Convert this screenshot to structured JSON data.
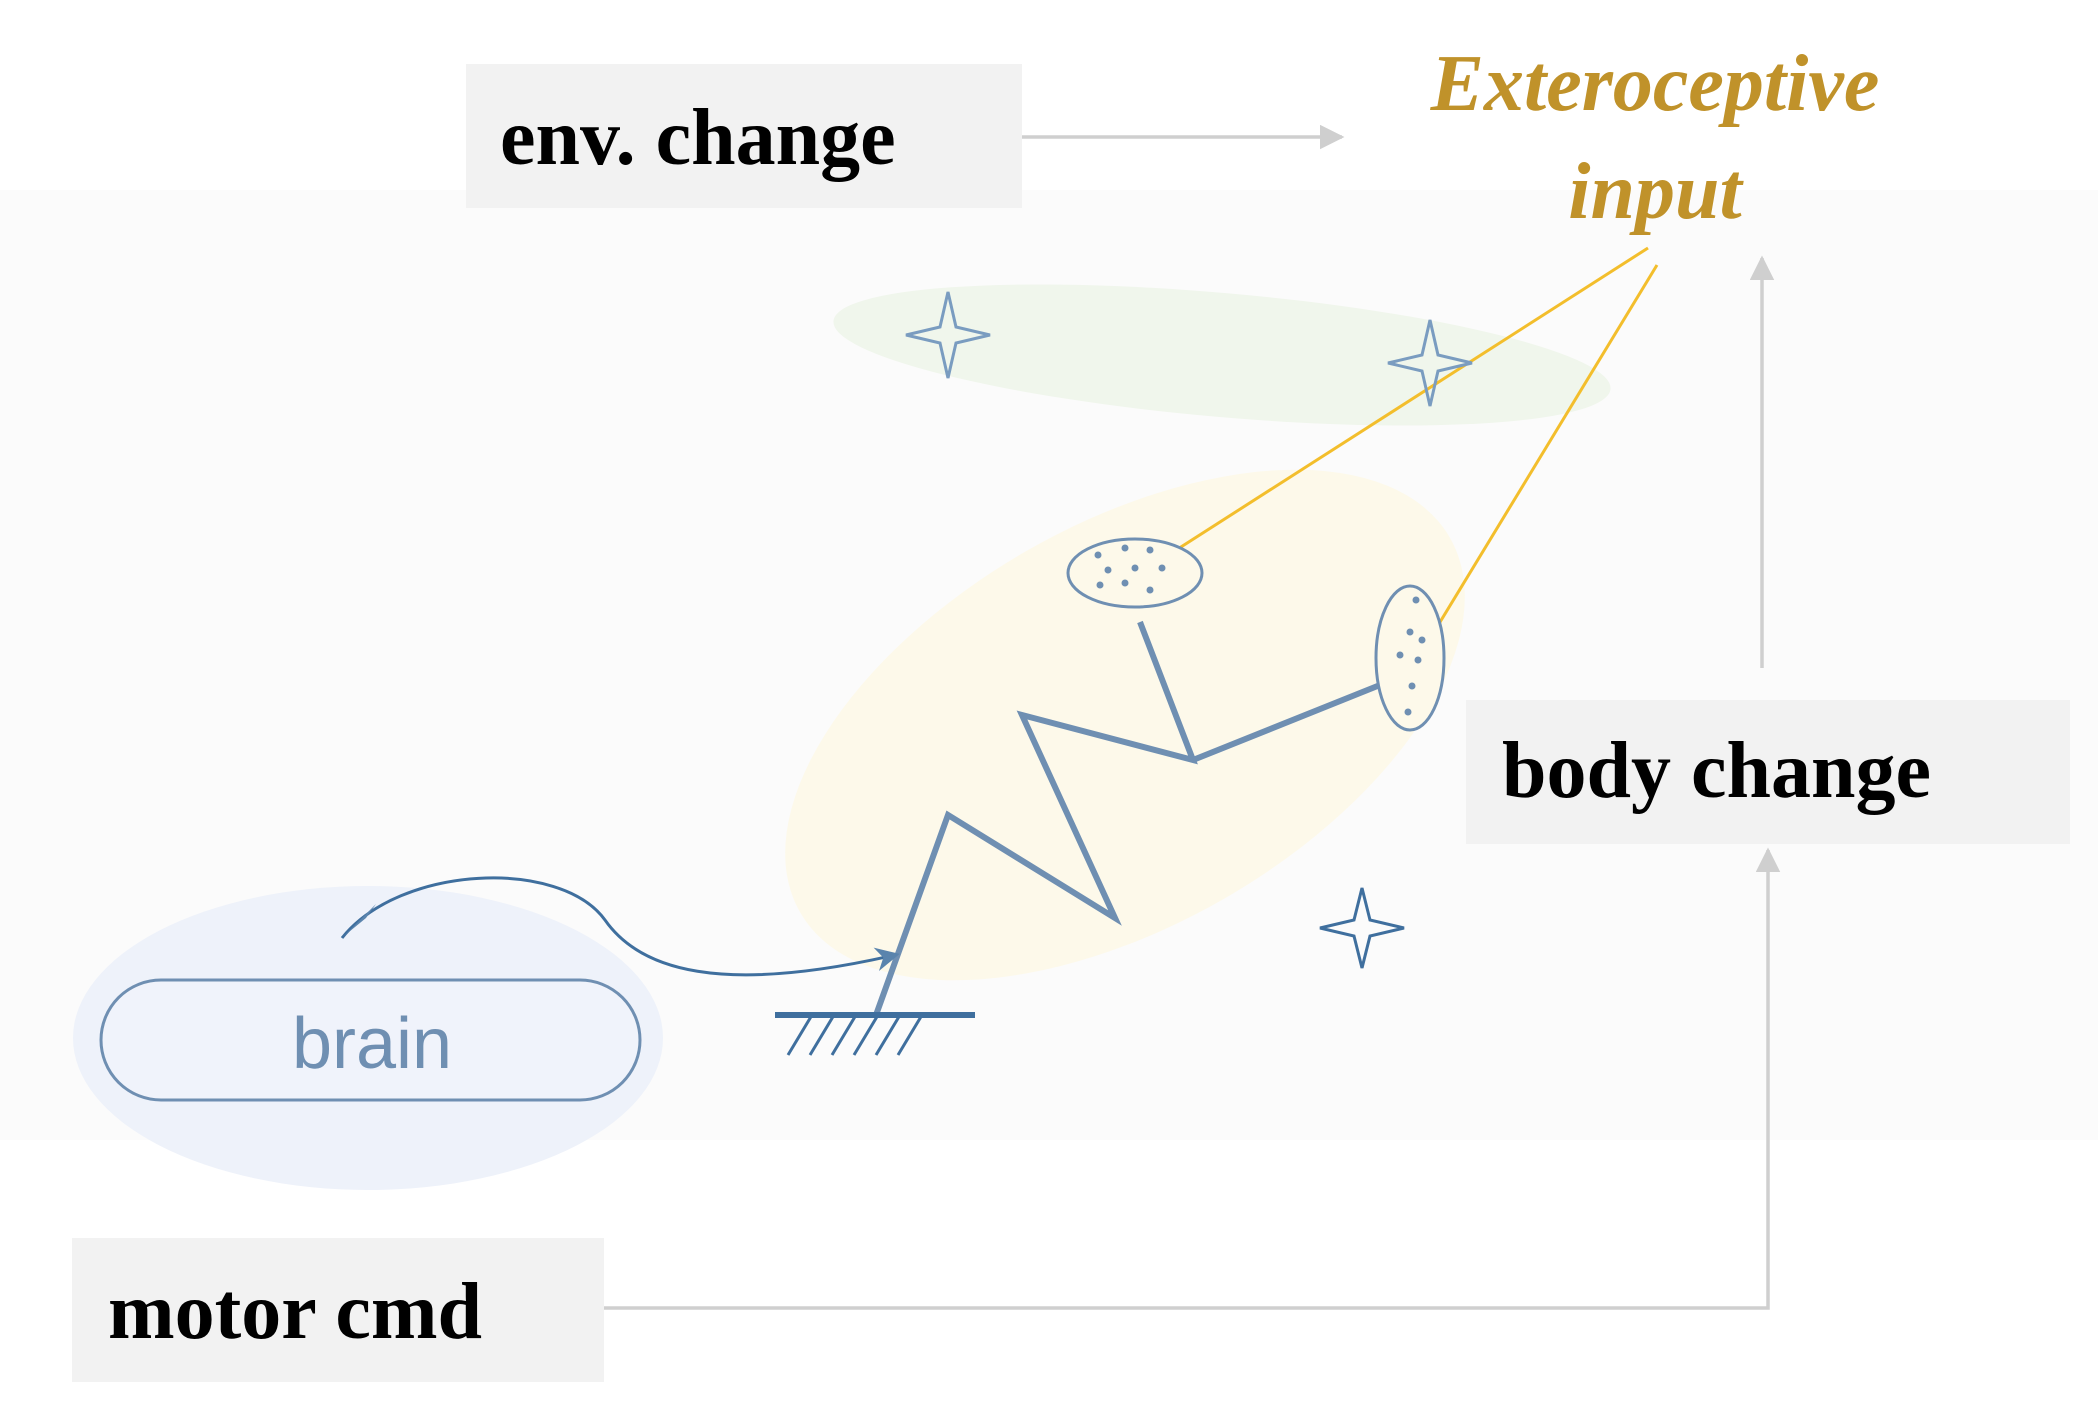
{
  "labels": {
    "env_change": "env. change",
    "exteroceptive_line1": "Exteroceptive",
    "exteroceptive_line2": "input",
    "body_change": "body change",
    "motor_cmd": "motor cmd",
    "brain": "brain"
  },
  "colors": {
    "box_fill": "#f2f2f2",
    "panel_fill": "#fbfbfb",
    "arrow_gray": "#cfcfcf",
    "exteroceptive_gold": "#c0922a",
    "sensor_line": "#f3be2c",
    "blue_line": "#5a84ad",
    "blue_dark": "#3f6f9e",
    "brain_ellipse": "#eef2fa",
    "body_ellipse": "#fdf9ea",
    "env_ellipse": "#f0f6ec"
  }
}
